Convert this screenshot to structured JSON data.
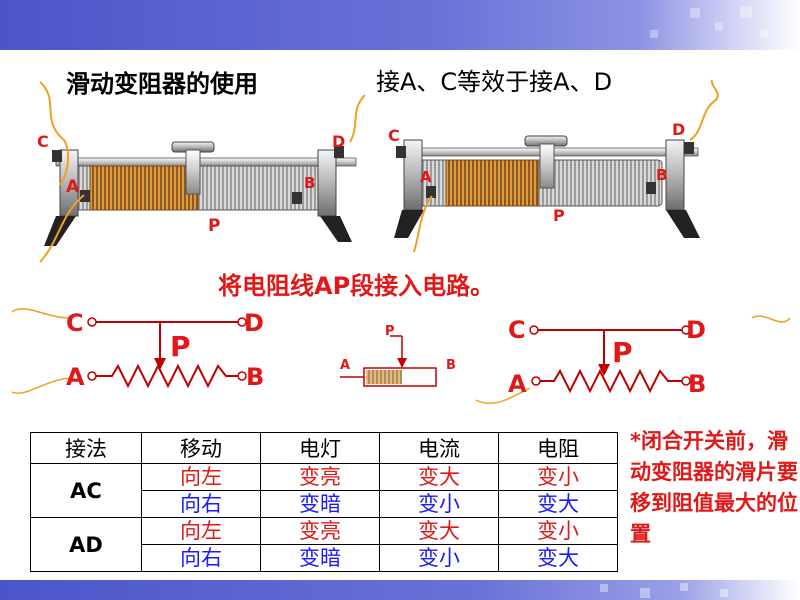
{
  "slide": {
    "title": "滑动变阻器的使用",
    "subtitle": "接A、C等效于接A、D",
    "caption": "将电阻线AP段接入电路。",
    "note": "*闭合开关前，滑动变阻器的滑片要移到阻值最大的位置"
  },
  "rheostat_labels": {
    "a": "A",
    "b": "B",
    "c": "C",
    "d": "D",
    "p": "P"
  },
  "colors": {
    "accent_red": "#e01818",
    "accent_blue": "#1a1aff",
    "bar": "#4a55c9",
    "coil": "#e39a3c",
    "wire": "#f0a020",
    "circuit": "#c00000"
  },
  "table": {
    "headers": [
      "接法",
      "移动",
      "电灯",
      "电流",
      "电阻"
    ],
    "rows": [
      {
        "conn": "AC",
        "entries": [
          {
            "move": "向左",
            "lamp": "变亮",
            "current": "变大",
            "resistance": "变小",
            "color": "red"
          },
          {
            "move": "向右",
            "lamp": "变暗",
            "current": "变小",
            "resistance": "变大",
            "color": "blue"
          }
        ]
      },
      {
        "conn": "AD",
        "entries": [
          {
            "move": "向左",
            "lamp": "变亮",
            "current": "变大",
            "resistance": "变小",
            "color": "red"
          },
          {
            "move": "向右",
            "lamp": "变暗",
            "current": "变小",
            "resistance": "变大",
            "color": "blue"
          }
        ]
      }
    ]
  }
}
